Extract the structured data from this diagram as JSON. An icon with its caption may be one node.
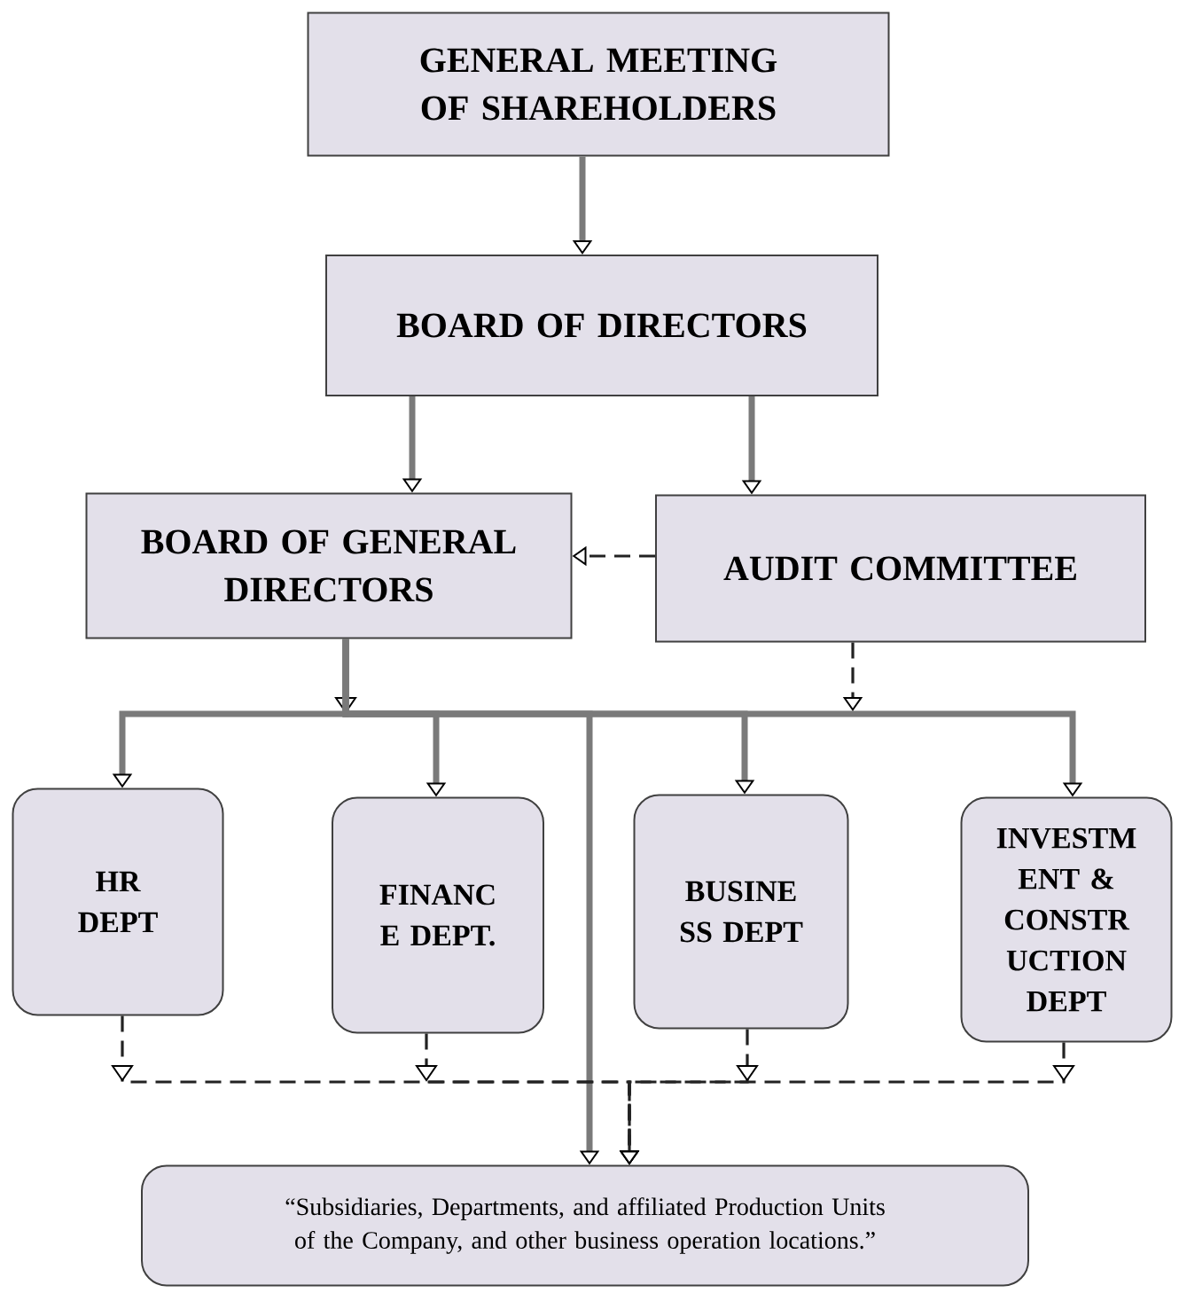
{
  "diagram": {
    "nodes": [
      {
        "text": [
          "GENERAL MEETING OF SHAREHOLDERS"
        ]
      },
      {
        "text": [
          "BOARD OF DIRECTORS"
        ]
      },
      {
        "text": [
          "BOARD OF GENERAL DIRECTORS"
        ]
      },
      {
        "text": [
          "AUDIT COMMITTEE"
        ]
      },
      {
        "text": [
          "HR DEPT"
        ]
      },
      {
        "text": [
          "FINANC E DEPT."
        ]
      },
      {
        "text": [
          "BUSINE SS DEPT"
        ]
      },
      {
        "text": [
          "INVESTM ENT & CONSTR UCTION DEPT"
        ]
      },
      {
        "text": [
          "“Subsidiaries, Departments, and affiliated Production Units of the Company, and other business operation locations.”"
        ]
      }
    ],
    "edges": [
      {
        "from": 0,
        "to": 1,
        "arrow": "to"
      },
      {
        "from": 1,
        "to": 2,
        "arrow": "to"
      },
      {
        "from": 1,
        "to": 3,
        "arrow": "to"
      },
      {
        "from": 3,
        "to": 2,
        "arrow": "to",
        "style": "dashed",
        "color": "#222222"
      },
      {
        "from": 2,
        "to": 4,
        "arrow": "to"
      },
      {
        "from": 2,
        "to": 5,
        "arrow": "to"
      },
      {
        "from": 2,
        "to": 6,
        "arrow": "to"
      },
      {
        "from": 2,
        "to": 7,
        "arrow": "to"
      },
      {
        "from": 2,
        "to": 8,
        "arrow": "to"
      },
      {
        "from": 3,
        "to": null,
        "arrow": "to",
        "style": "dashed",
        "color": "#222222"
      },
      {
        "from": 4,
        "to": 8,
        "arrow": "to",
        "style": "dashed",
        "color": "#222222"
      },
      {
        "from": 5,
        "to": 8,
        "arrow": "to",
        "style": "dashed",
        "color": "#222222"
      },
      {
        "from": 6,
        "to": 8,
        "arrow": "to",
        "style": "dashed",
        "color": "#222222"
      },
      {
        "from": 7,
        "to": 8,
        "arrow": "to",
        "style": "dashed",
        "color": "#222222"
      }
    ]
  }
}
